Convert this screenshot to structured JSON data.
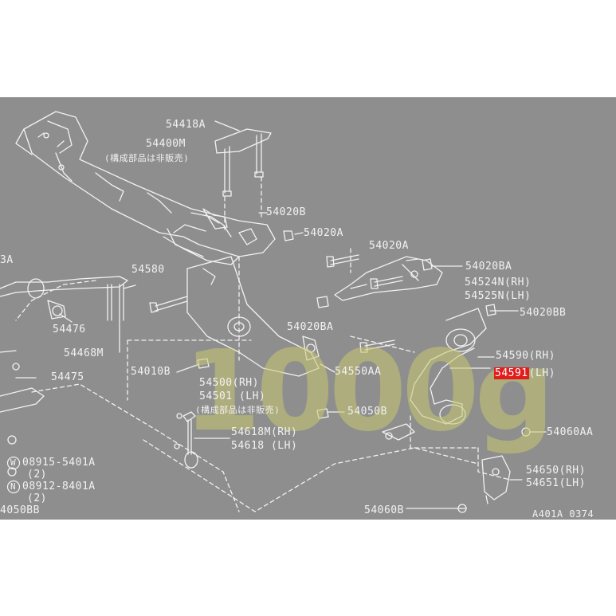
{
  "watermark": "1000g",
  "footer_code": "A401A 0374",
  "labels": {
    "p54418A": "54418A",
    "p54400M": "54400M",
    "not_sold_1": "(構成部品は非販売)",
    "p54020B": "54020B",
    "p54020A_1": "54020A",
    "p54020A_2": "54020A",
    "p54020BA_1": "54020BA",
    "p54524N": "54524N(RH)",
    "p54525N": "54525N(LH)",
    "p54020BB": "54020BB",
    "p54580": "54580",
    "p54020BA_2": "54020BA",
    "p54590": "54590(RH)",
    "p54591": "54591",
    "p54591_lh": "(LH)",
    "p54476": "54476",
    "p54468M": "54468M",
    "p54010B": "54010B",
    "p54550AA": "54550AA",
    "p54475": "54475",
    "p54500": "54500(RH)",
    "p54501": "54501 (LH)",
    "not_sold_2": "(構成部品は非販売)",
    "p54050B": "54050B",
    "p54618M": "54618M(RH)",
    "p54618": "54618 (LH)",
    "p54060AA": "54060AA",
    "w08915": "08915-5401A",
    "w_qty": "(2)",
    "n08912": "08912-8401A",
    "n_qty": "(2)",
    "p54650": "54650(RH)",
    "p54651": "54651(LH)",
    "p54050BB": "4050BB",
    "p54060B": "54060B",
    "cut_left": "3A"
  },
  "markers": {
    "w": "W",
    "n": "N"
  },
  "colors": {
    "background": "#8e8e8e",
    "line": "#f2f2f2",
    "highlight": "#e21b1b",
    "watermark": "#c8c870"
  }
}
